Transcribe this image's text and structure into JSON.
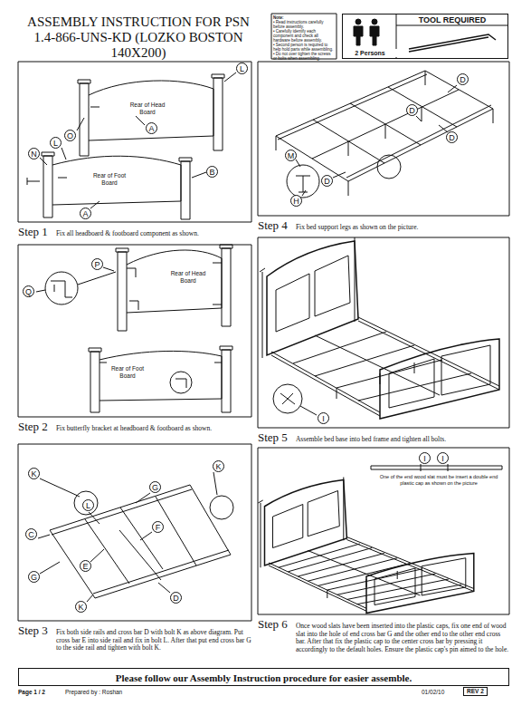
{
  "diagram": {
    "title": "ASSEMBLY INSTRUCTION FOR PSN 1.4-866-UNS-KD (LOZKO BOSTON 140X200)",
    "nodes": [
      {
        "text": [
          "Note:",
          "• Read instructions carefully before assembly.",
          "• Carefully identify each component and check all hardware before assembly.",
          "• Second person is required to help hold parts while assembling.",
          "• Do not over tighten the screws or bolts when assembling."
        ]
      },
      {
        "text": [
          "TOOL REQUIRED",
          "2 Persons"
        ]
      },
      {
        "text": [
          "Step 1",
          "Fix all headboard & footboard component as shown."
        ]
      },
      {
        "text": [
          "L"
        ],
        "in": 2
      },
      {
        "text": [
          "O"
        ],
        "in": 2
      },
      {
        "text": [
          "A"
        ],
        "in": 2
      },
      {
        "text": [
          "N"
        ],
        "in": 2
      },
      {
        "text": [
          "L"
        ],
        "in": 2
      },
      {
        "text": [
          "B"
        ],
        "in": 2
      },
      {
        "text": [
          "A"
        ],
        "in": 2
      },
      {
        "text": [
          "Step 4",
          "Fix bed support legs as shown on the picture."
        ]
      },
      {
        "text": [
          "D"
        ],
        "in": 10
      },
      {
        "text": [
          "D"
        ],
        "in": 10
      },
      {
        "text": [
          "D"
        ],
        "in": 10
      },
      {
        "text": [
          "M"
        ],
        "in": 10
      },
      {
        "text": [
          "D"
        ],
        "in": 10
      },
      {
        "text": [
          "H"
        ],
        "in": 10
      },
      {
        "text": [
          "Step 2",
          "Fix butterfly bracket at headboard & footboard as shown."
        ]
      },
      {
        "text": [
          "P"
        ],
        "in": 17
      },
      {
        "text": [
          "Q"
        ],
        "in": 17
      },
      {
        "text": [
          "Step 5",
          "Assemble bed base into bed frame and tighten all bolts."
        ]
      },
      {
        "text": [
          "I"
        ],
        "in": 20
      },
      {
        "text": [
          "Step 3",
          "Fix both side rails and cross bar D with bolt K as above diagram. Put cross bar E into side rail and fix in bolt L. After that put end cross bar G to the side rail and tighten with bolt K."
        ]
      },
      {
        "text": [
          "K"
        ],
        "in": 22
      },
      {
        "text": [
          "K"
        ],
        "in": 22
      },
      {
        "text": [
          "G"
        ],
        "in": 22
      },
      {
        "text": [
          "L"
        ],
        "in": 22
      },
      {
        "text": [
          "C"
        ],
        "in": 22
      },
      {
        "text": [
          "F"
        ],
        "in": 22
      },
      {
        "text": [
          "E"
        ],
        "in": 22
      },
      {
        "text": [
          "G"
        ],
        "in": 22
      },
      {
        "text": [
          "K"
        ],
        "in": 22
      },
      {
        "text": [
          "D"
        ],
        "in": 22
      },
      {
        "text": [
          "Step 6",
          "Once wood slats have been inserted into the plastic caps, fix one end of wood slat into the hole of end cross bar G and the other end to the other end cross bar. After that fix the plastic cap to the center cross bar by pressing it accordingly to the default holes. Ensure the plastic cap's pin aimed to the hole."
        ]
      },
      {
        "text": [
          "I"
        ],
        "in": 33
      },
      {
        "text": [
          "I"
        ],
        "in": 33
      },
      {
        "text": [
          "Please follow our Assembly Instruction procedure for easier assemble."
        ]
      }
    ],
    "labels": [
      "Rear of Head Board",
      "Rear of Foot Board",
      "Rear of Head Board",
      "Rear of Foot Board",
      "One of the end wood slat must be insert a double end plastic cap as shown on the picture",
      "Page 1 / 2",
      "Prepared by : Roshan",
      "01/02/10",
      "REV 2"
    ]
  }
}
